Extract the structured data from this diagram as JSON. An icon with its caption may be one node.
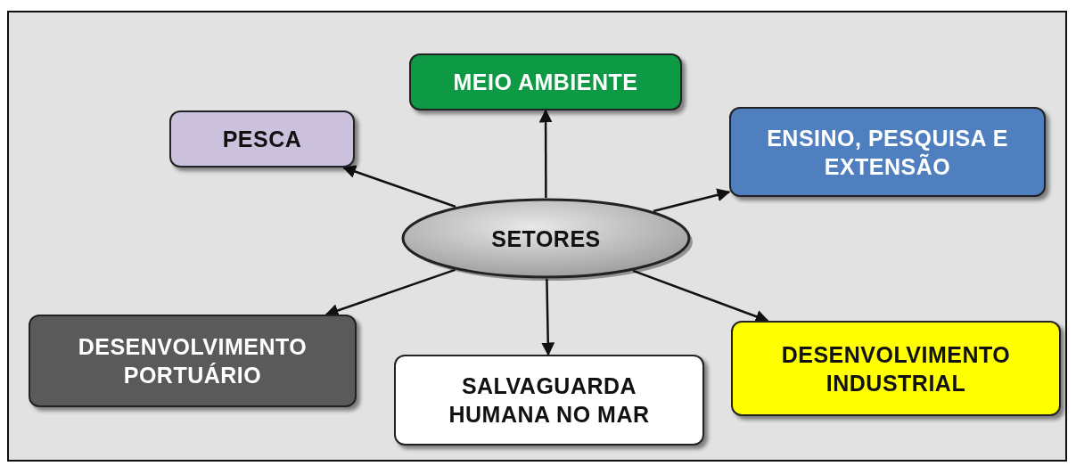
{
  "diagram": {
    "nodes": [
      {
        "text": [
          "MEIO AMBIENTE"
        ]
      },
      {
        "text": [
          "PESCA"
        ]
      },
      {
        "text": [
          "ENSINO, PESQUISA E EXTENSÃO"
        ]
      },
      {
        "text": [
          "SETORES"
        ]
      },
      {
        "text": [
          "DESENVOLVIMENTO PORTUÁRIO"
        ]
      },
      {
        "text": [
          "SALVAGUARDA HUMANA NO MAR"
        ]
      },
      {
        "text": [
          "DESENVOLVIMENTO INDUSTRIAL"
        ]
      }
    ],
    "edges": [
      {
        "from": 3,
        "to": 0,
        "arrow": "to"
      },
      {
        "from": 3,
        "to": 1,
        "arrow": "to"
      },
      {
        "from": 3,
        "to": 2,
        "arrow": "to"
      },
      {
        "from": 3,
        "to": 4,
        "arrow": "to"
      },
      {
        "from": 3,
        "to": 5,
        "arrow": "to"
      },
      {
        "from": 3,
        "to": 6,
        "arrow": "to"
      }
    ]
  }
}
